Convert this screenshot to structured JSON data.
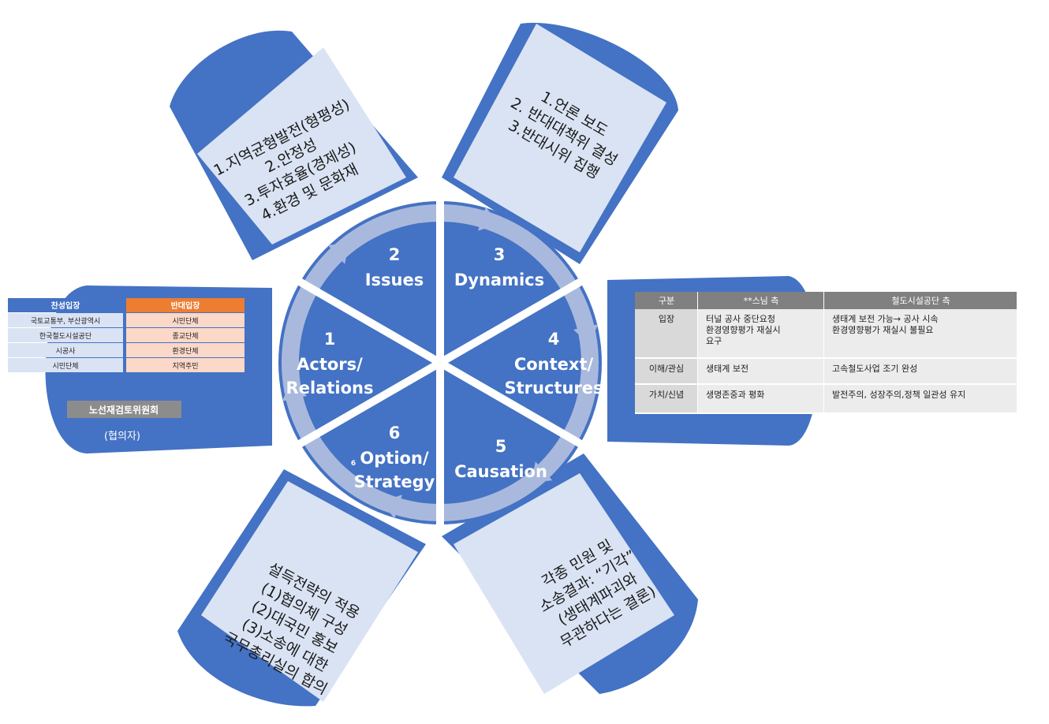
{
  "segments": [
    {
      "num": "2",
      "label": "Issues"
    },
    {
      "num": "3",
      "label": "Dynamics"
    },
    {
      "num": "4",
      "label": "Context/",
      "label2": "Structures"
    },
    {
      "num": "5",
      "label": "Causation"
    },
    {
      "num": "6",
      "label": "Option/",
      "label2": "Strategy",
      "small": "6"
    },
    {
      "num": "1",
      "label": "Actors/",
      "label2": "Relations"
    }
  ],
  "issues_box": [
    "1.지역균형발전(형평성)",
    "2.안정성",
    "3.투자효율(경제성)",
    "4.환경 및 문화재"
  ],
  "dynamics_box": [
    "1.언론 보도",
    "2. 반대대책위 결성",
    "3.반대시위 집행"
  ],
  "causation_box": [
    "각종 민원 및",
    "소송결과: “기각”",
    "(생태계파괴와",
    "무관하다는 결론)"
  ],
  "strategy_box": [
    "설득전략의 적용",
    "(1)협의체 구성",
    "(2)대국민 홍보",
    "(3)소송에 대한",
    "국무총리실의 합의"
  ],
  "actors": {
    "support_header": "찬성입장",
    "oppose_header": "반대입장",
    "support": [
      "국토교통부, 부산광역시",
      "한국철도시설공단",
      "시공사",
      "시민단체"
    ],
    "oppose": [
      "시민단체",
      "종교단체",
      "환경단체",
      "지역주민"
    ],
    "committee": "노선재검토위원회",
    "committee_sub": "(협의자)"
  },
  "context": {
    "headers": [
      "구분",
      "**스님 측",
      "철도시설공단 측"
    ],
    "rows": [
      {
        "k": "입장",
        "a": [
          "터널 공사 중단요청",
          "환경영향평가 재실시",
          "요구"
        ],
        "b": [
          "생태계 보전 가능→ 공사 시속",
          "환경영향평가 재실시 불필요"
        ]
      },
      {
        "k": "이해/관심",
        "a": [
          "생태계 보전"
        ],
        "b": [
          "고속철도사업 조기 완성"
        ]
      },
      {
        "k": "가치/신념",
        "a": [
          "생명존중과 평화"
        ],
        "b": [
          "발전주의, 성장주의,정책 일관성 유지"
        ]
      }
    ]
  },
  "colors": {
    "blue": "#4472c4",
    "ring": "#a9b9dd",
    "box": "#dae3f3",
    "support": "#4472c4",
    "oppose": "#ed7d31",
    "oppose_row": "#fbd8c8",
    "support_row": "#dae3f3",
    "table_head": "#808080"
  }
}
